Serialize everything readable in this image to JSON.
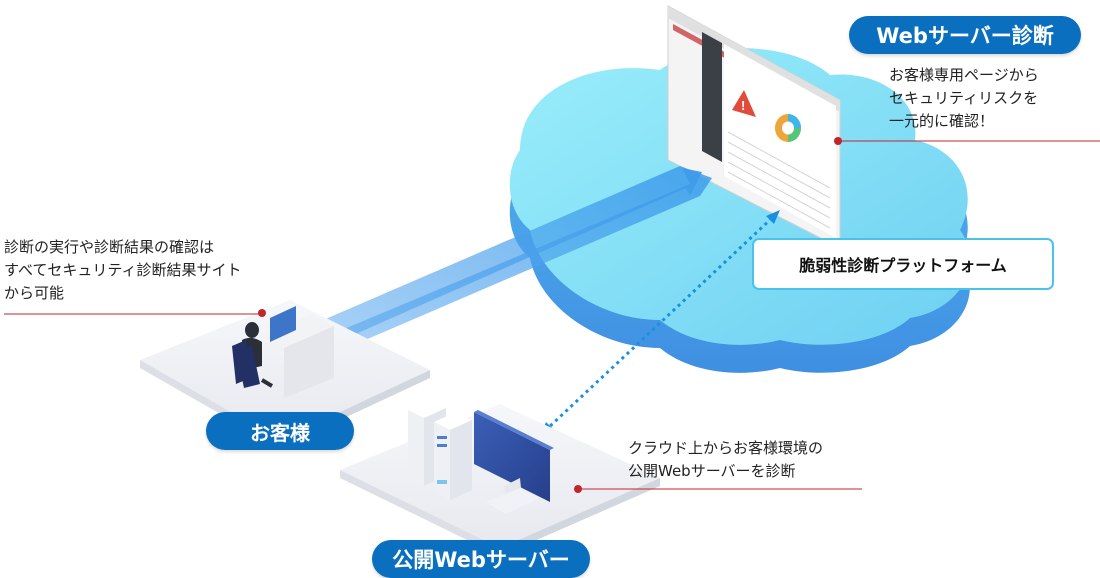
{
  "badges": {
    "web_diagnosis": "Webサーバー診断",
    "customer": "お客様",
    "public_server": "公開Webサーバー"
  },
  "platform_label": "脆弱性診断プラットフォーム",
  "notes": {
    "portal": [
      "お客様専用ページから",
      "セキュリティリスクを",
      "一元的に確認！"
    ],
    "customer": [
      "診断の実行や診断結果の確認は",
      "すべてセキュリティ診断結果サイト",
      "から可能"
    ],
    "server": [
      "クラウド上からお客様環境の",
      "公開Webサーバーを診断"
    ]
  },
  "colors": {
    "badge": "#0b6fbf",
    "cloud_top": "#8fe6f8",
    "cloud_side": "#4a9fe6",
    "arrow": "#3d9bea",
    "dotted_link": "#1a8fe0",
    "leader_line": "#c0262b",
    "platform_border": "#4ac3ea"
  },
  "icons": [
    "warning-icon",
    "donut-chart-icon",
    "person-at-desk-icon",
    "server-tower-icon",
    "monitor-icon"
  ]
}
